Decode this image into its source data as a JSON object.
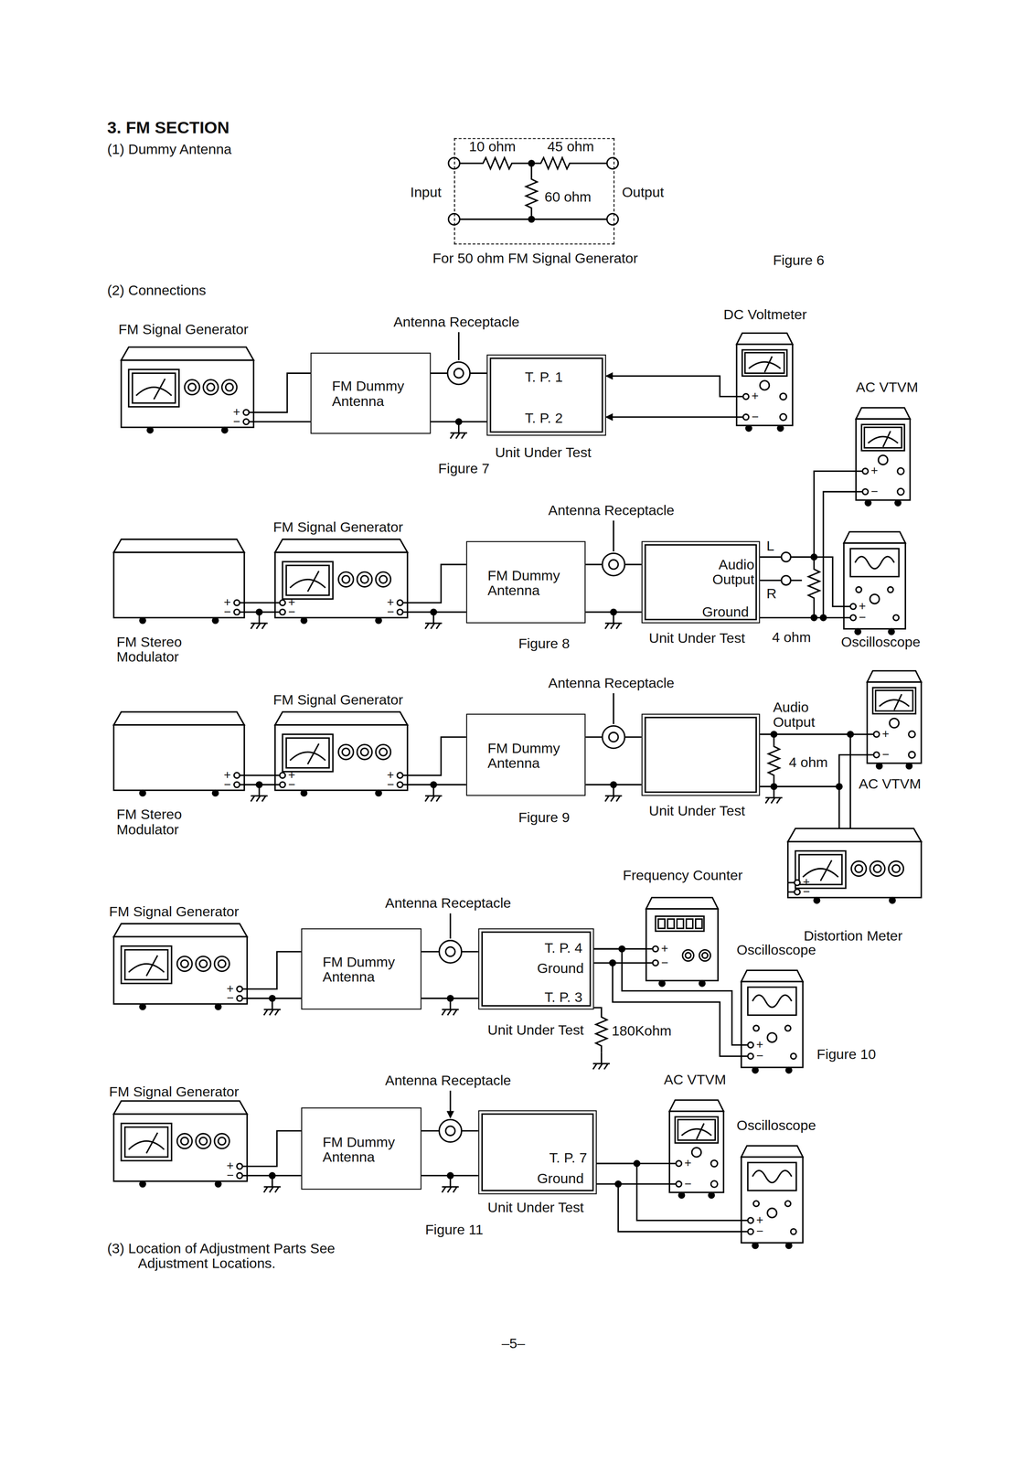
{
  "diagram": {
    "title": "3. FM SECTION",
    "nodes": [
      {
        "text": [
          "For 50 ohm FM Signal Generator"
        ]
      },
      {
        "text": [
          "FM Signal Generator"
        ]
      },
      {
        "text": [
          "FM Dummy Antenna"
        ]
      },
      {
        "text": [
          "T. P. 1",
          "T. P. 2",
          "Unit Under Test"
        ]
      },
      {
        "text": [
          "DC Voltmeter"
        ]
      },
      {
        "text": [
          "FM Stereo Modulator"
        ]
      },
      {
        "text": [
          "FM Signal Generator"
        ]
      },
      {
        "text": [
          "FM Dummy Antenna"
        ]
      },
      {
        "text": [
          "Audio Output",
          "Ground",
          "Unit Under Test"
        ]
      },
      {
        "text": [
          "AC VTVM"
        ]
      },
      {
        "text": [
          "Oscilloscope"
        ]
      },
      {
        "text": [
          "FM Stereo Modulator"
        ]
      },
      {
        "text": [
          "FM Signal Generator"
        ]
      },
      {
        "text": [
          "FM Dummy Antenna"
        ]
      },
      {
        "text": [
          "Unit Under Test"
        ]
      },
      {
        "text": [
          "AC VTVM"
        ]
      },
      {
        "text": [
          "Distortion Meter"
        ]
      },
      {
        "text": [
          "FM Signal Generator"
        ]
      },
      {
        "text": [
          "FM Dummy Antenna"
        ]
      },
      {
        "text": [
          "T. P. 4",
          "Ground",
          "T. P. 3",
          "Unit Under Test"
        ]
      },
      {
        "text": [
          "Frequency Counter"
        ]
      },
      {
        "text": [
          "Oscilloscope"
        ]
      },
      {
        "text": [
          "FM Signal Generator"
        ]
      },
      {
        "text": [
          "FM Dummy Antenna"
        ]
      },
      {
        "text": [
          "T. P. 7",
          "Ground",
          "Unit Under Test"
        ]
      },
      {
        "text": [
          "AC VTVM"
        ]
      },
      {
        "text": [
          "Oscilloscope"
        ]
      }
    ],
    "edges": [
      {
        "from": 1,
        "to": 2,
        "arrow": "none"
      },
      {
        "from": 2,
        "to": 3,
        "arrow": "none"
      },
      {
        "from": 4,
        "to": 3,
        "arrow": "to"
      },
      {
        "from": 4,
        "to": 3,
        "arrow": "to"
      },
      {
        "from": 5,
        "to": 6,
        "arrow": "none"
      },
      {
        "from": 6,
        "to": 7,
        "arrow": "none"
      },
      {
        "from": 7,
        "to": 8,
        "arrow": "none"
      },
      {
        "from": 8,
        "to": 9,
        "arrow": "none"
      },
      {
        "from": 8,
        "to": 10,
        "arrow": "none"
      },
      {
        "from": 11,
        "to": 12,
        "arrow": "none"
      },
      {
        "from": 12,
        "to": 13,
        "arrow": "none"
      },
      {
        "from": 13,
        "to": 14,
        "arrow": "none"
      },
      {
        "from": 14,
        "to": 15,
        "arrow": "none"
      },
      {
        "from": 14,
        "to": 16,
        "arrow": "none"
      },
      {
        "from": 17,
        "to": 18,
        "arrow": "none"
      },
      {
        "from": 18,
        "to": 19,
        "arrow": "none"
      },
      {
        "from": 19,
        "to": 20,
        "arrow": "none"
      },
      {
        "from": 19,
        "to": 21,
        "arrow": "none"
      },
      {
        "from": 22,
        "to": 23,
        "arrow": "none"
      },
      {
        "from": 23,
        "to": 24,
        "arrow": "none"
      },
      {
        "from": 24,
        "to": 25,
        "arrow": "none"
      },
      {
        "from": 24,
        "to": 26,
        "arrow": "none"
      }
    ],
    "labels": [
      "(1) Dummy Antenna",
      "10 ohm",
      "45 ohm",
      "Input",
      "60 ohm",
      "Output",
      "Figure 6",
      "(2) Connections",
      "Antenna Receptacle",
      "+",
      "−",
      "+",
      "−",
      "Figure 7",
      "Antenna Receptacle",
      "+",
      "−",
      "+",
      "−",
      "+",
      "−",
      "L",
      "R",
      "+",
      "−",
      "+",
      "−",
      "4 ohm",
      "Figure 8",
      "Antenna Receptacle",
      "+",
      "−",
      "+",
      "−",
      "+",
      "−",
      "Audio Output",
      "+",
      "−",
      "4 ohm",
      "Figure 9",
      "+",
      "−",
      "Antenna Receptacle",
      "+",
      "−",
      "+",
      "−",
      "180Kohm",
      "+",
      "−",
      "Figure 10",
      "Antenna Receptacle",
      "+",
      "−",
      "+",
      "−",
      "+",
      "−",
      "Figure 11",
      "(3) Location of Adjustment Parts See Adjustment Locations.",
      "–5–"
    ]
  }
}
